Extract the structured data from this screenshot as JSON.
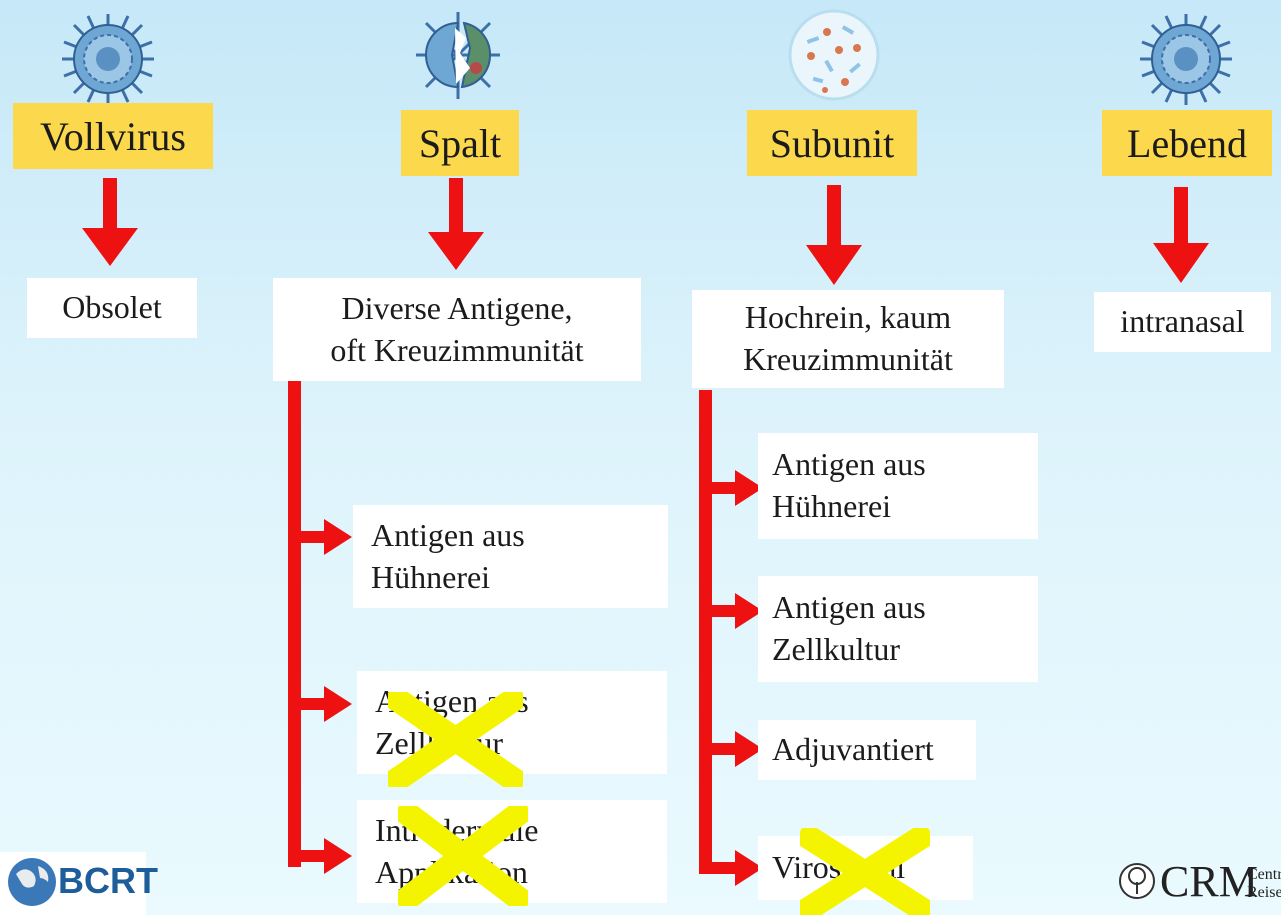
{
  "columns": [
    {
      "icon": "virus-icon",
      "label": "Vollvirus",
      "result": "Obsolet"
    },
    {
      "icon": "split-virus-icon",
      "label": "Spalt",
      "result": "Diverse Antigene,\noft Kreuzimmunität"
    },
    {
      "icon": "subunit-virus-icon",
      "label": "Subunit",
      "result": "Hochrein, kaum\nKreuzimmunität"
    },
    {
      "icon": "virus-icon",
      "label": "Lebend",
      "result": "intranasal"
    }
  ],
  "spalt_branches": [
    {
      "text": "Antigen aus\nHühnerei",
      "crossed": false
    },
    {
      "text": "Antigen aus\nZellkultur",
      "crossed": true
    },
    {
      "text": "Intradermale\nApplikation",
      "crossed": true
    }
  ],
  "subunit_branches": [
    {
      "text": "Antigen aus\nHühnerei",
      "crossed": false
    },
    {
      "text": "Antigen aus\nZellkultur",
      "crossed": false
    },
    {
      "text": "Adjuvantiert",
      "crossed": false
    },
    {
      "text": "Virosomal",
      "crossed": true
    }
  ],
  "logos": {
    "left": "BCRT",
    "right": "CRM",
    "right_small_1": "Centr",
    "right_small_2": "Reise"
  },
  "colors": {
    "arrow": "#ee1111",
    "tag": "#fbd84c",
    "cross": "#f4f400"
  }
}
